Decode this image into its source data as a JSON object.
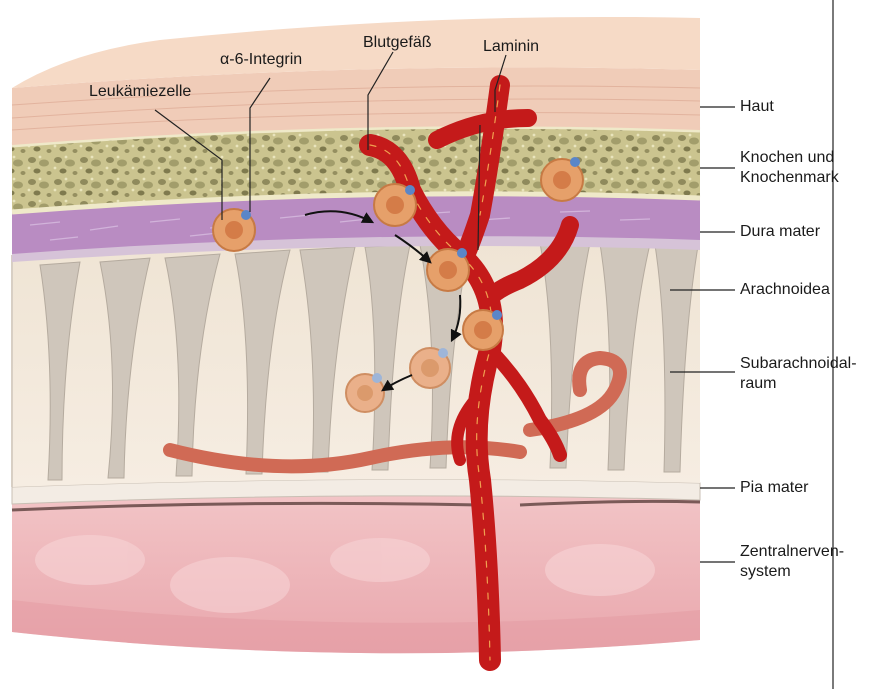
{
  "diagram": {
    "left_labels": {
      "leukemia_cell": "Leukämiezelle",
      "integrin": "α-6-Integrin",
      "blood_vessel": "Blutgefäß",
      "laminin": "Laminin"
    },
    "right_labels": {
      "skin": "Haut",
      "bone": [
        "Knochen und",
        "Knochenmark"
      ],
      "dura": "Dura mater",
      "arachnoid": "Arachnoidea",
      "subarachnoid": [
        "Subarachnoidal-",
        "raum"
      ],
      "pia": "Pia mater",
      "cns": [
        "Zentralnerven-",
        "system"
      ]
    },
    "colors": {
      "skin": "#f3d2c0",
      "bone": "#d9d4a6",
      "dura": "#b88bc0",
      "subarachnoid": "#f1e6d8",
      "cns": "#efb9be",
      "vessel": "#c41a1a",
      "cell": "#e9a46e",
      "integrin": "#5a86c8"
    }
  }
}
